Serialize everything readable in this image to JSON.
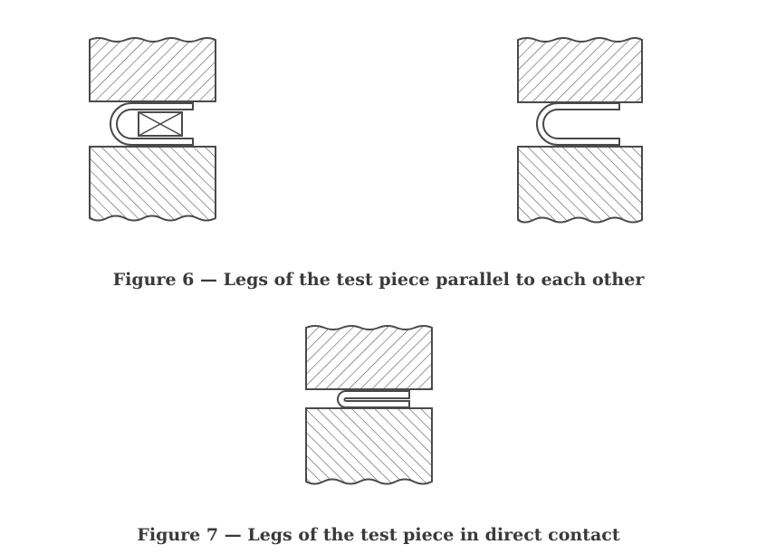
{
  "figures": [
    {
      "caption": "Figure 6 — Legs of the test piece parallel to each other",
      "panels": [
        "with-spacer",
        "without-spacer"
      ]
    },
    {
      "caption": "Figure 7 — Legs of the test piece in direct contact",
      "panels": [
        "legs-in-contact"
      ]
    }
  ],
  "colors": {
    "line": "#4a4a4a",
    "hatch": "#555555",
    "caption": "#3a3a3a"
  }
}
